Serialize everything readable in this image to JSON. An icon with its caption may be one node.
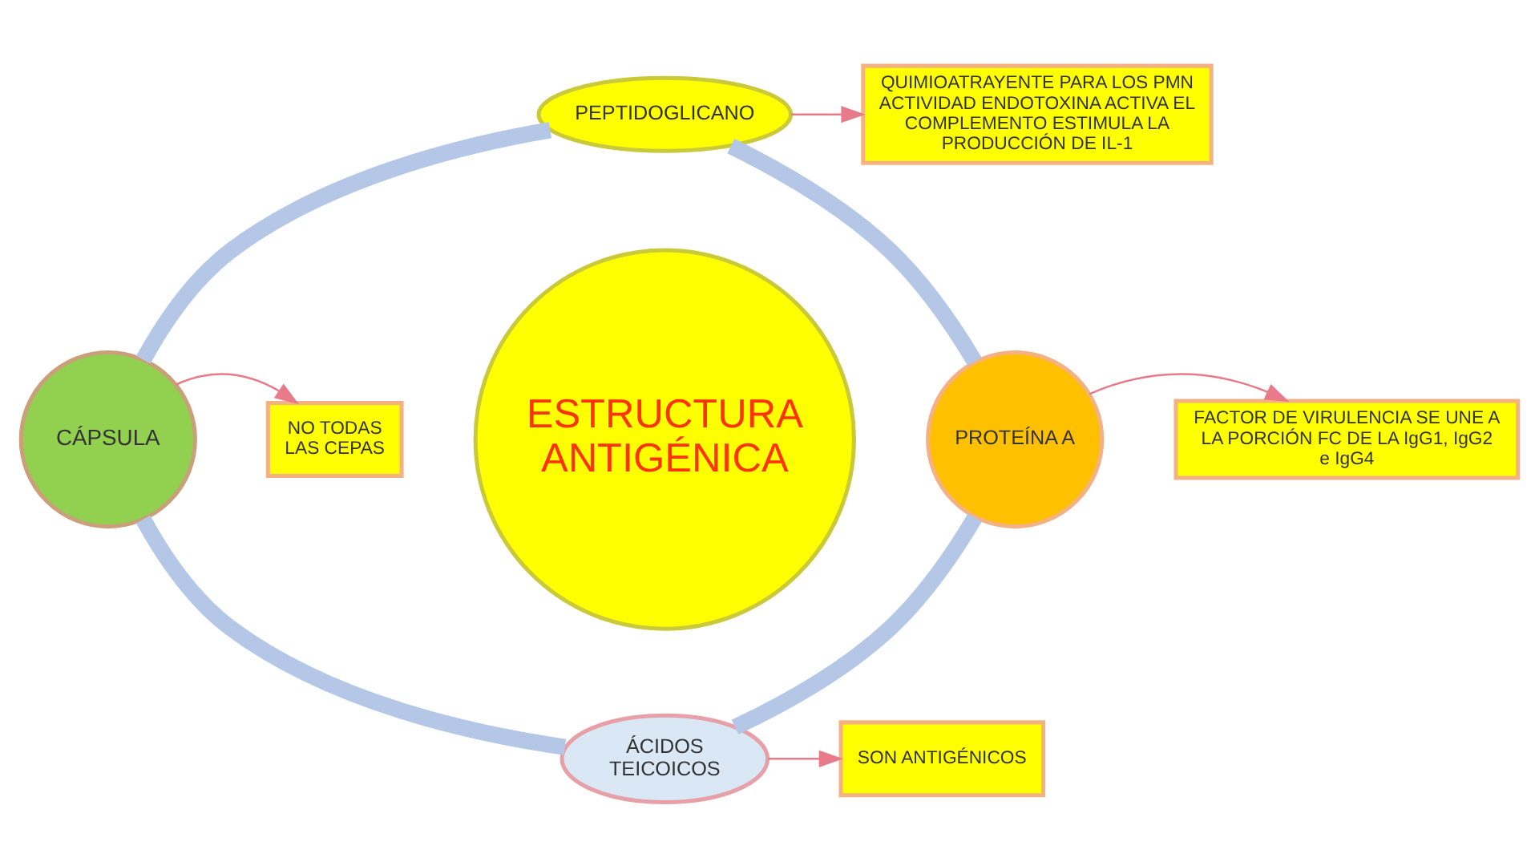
{
  "diagram": {
    "nodes": [
      {
        "text": [
          "ESTRUCTURA ANTIGÉNICA"
        ]
      },
      {
        "text": [
          "PEPTIDOGLICANO"
        ]
      },
      {
        "text": [
          "QUIMIOATRAYENTE PARA LOS PMN ACTIVIDAD ENDOTOXINA ACTIVA EL COMPLEMENTO ESTIMULA LA PRODUCCIÓN DE IL-1"
        ]
      },
      {
        "text": [
          "CÁPSULA"
        ]
      },
      {
        "text": [
          "NO TODAS LAS CEPAS"
        ]
      },
      {
        "text": [
          "PROTEÍNA A"
        ]
      },
      {
        "text": [
          "FACTOR DE VIRULENCIA SE UNE A LA PORCIÓN FC DE LA IgG1, IgG2 e IgG4"
        ]
      },
      {
        "text": [
          "ÁCIDOS TEICOICOS"
        ]
      },
      {
        "text": [
          "SON ANTIGÉNICOS"
        ]
      }
    ],
    "edges": [
      {
        "from": 1,
        "to": 2,
        "arrow": "to",
        "color": "#e87a8a"
      },
      {
        "from": 3,
        "to": 4,
        "arrow": "to",
        "color": "#e87a8a"
      },
      {
        "from": 5,
        "to": 6,
        "arrow": "to",
        "color": "#e87a8a"
      },
      {
        "from": 7,
        "to": 8,
        "arrow": "to",
        "color": "#e87a8a"
      },
      {
        "from": 1,
        "to": 3,
        "arrow": "none",
        "style": "thick",
        "color": "#b4c7e7"
      },
      {
        "from": 1,
        "to": 5,
        "arrow": "none",
        "style": "thick",
        "color": "#b4c7e7"
      },
      {
        "from": 3,
        "to": 7,
        "arrow": "none",
        "style": "thick",
        "color": "#b4c7e7"
      },
      {
        "from": 5,
        "to": 7,
        "arrow": "none",
        "style": "thick",
        "color": "#b4c7e7"
      }
    ]
  }
}
